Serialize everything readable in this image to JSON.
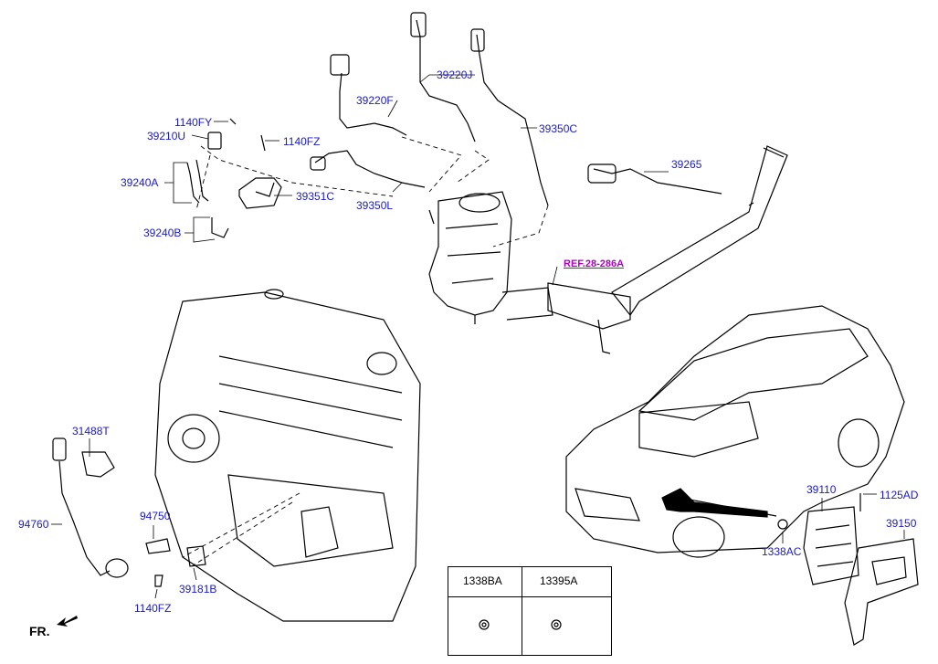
{
  "labels": {
    "p39220J": "39220J",
    "p39220F": "39220F",
    "p39350C": "39350C",
    "p1140FY": "1140FY",
    "p39210U": "39210U",
    "p1140FZ_top": "1140FZ",
    "p39265": "39265",
    "p39240A": "39240A",
    "p39351C": "39351C",
    "p39350L": "39350L",
    "p39240B": "39240B",
    "ref": "REF.28-286A",
    "p31488T": "31488T",
    "p94760": "94760",
    "p94750": "94750",
    "p39181B": "39181B",
    "p1140FZ_bottom": "1140FZ",
    "p39110": "39110",
    "p1125AD": "1125AD",
    "p39150": "39150",
    "p1338AC": "1338AC"
  },
  "table": {
    "col1": "1338BA",
    "col2": "13395A"
  },
  "direction": "FR."
}
